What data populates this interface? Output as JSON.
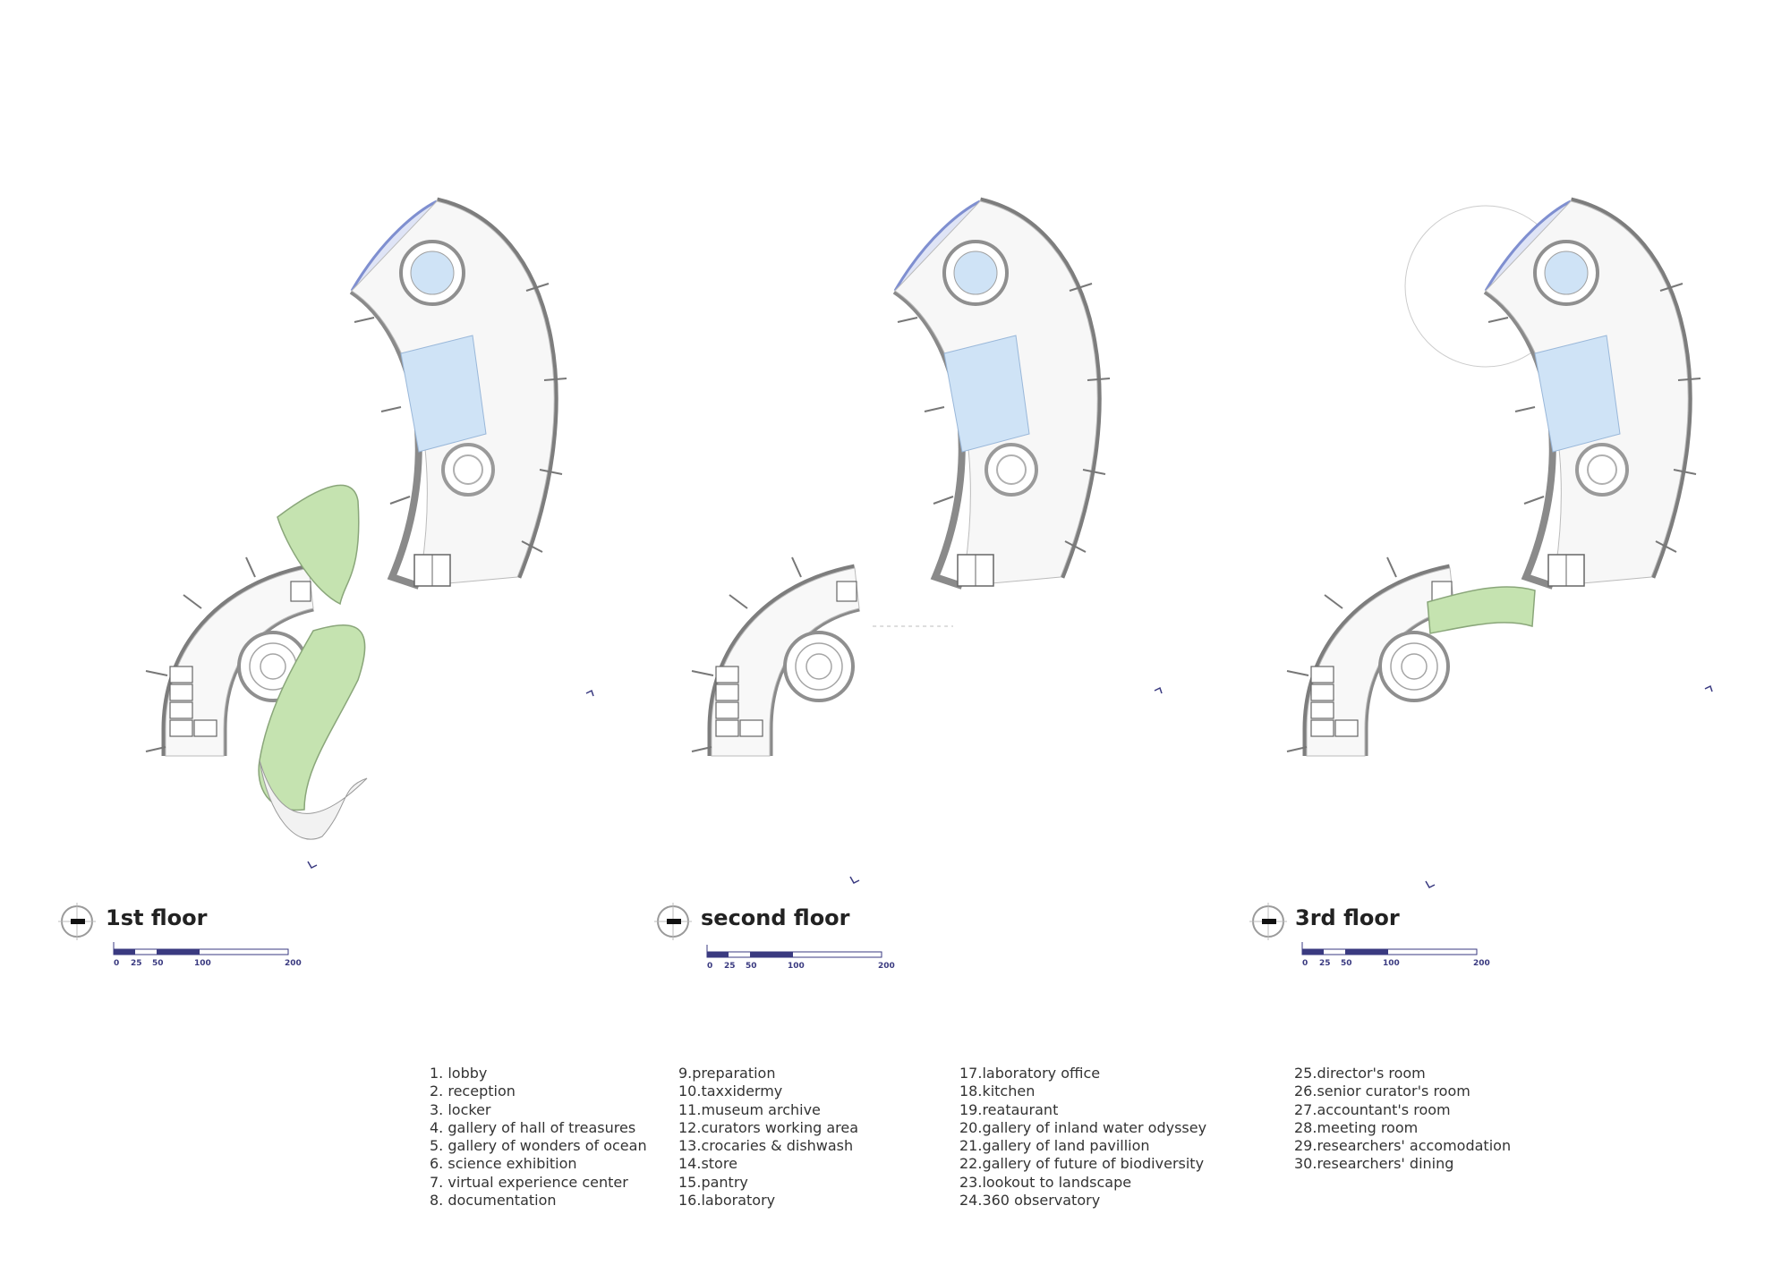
{
  "floors": [
    {
      "id": "first",
      "title": "1st floor"
    },
    {
      "id": "second",
      "title": "second floor"
    },
    {
      "id": "third",
      "title": "3rd floor"
    }
  ],
  "scale_bar": {
    "ticks": [
      "0",
      "25",
      "50",
      "100",
      "200"
    ]
  },
  "legend": {
    "col1": [
      "1. lobby",
      "2. reception",
      "3. locker",
      "4. gallery of hall of treasures",
      "5. gallery of wonders of ocean",
      "6. science exhibition",
      "7. virtual experience center",
      "8. documentation"
    ],
    "col2": [
      "9.preparation",
      "10.taxxidermy",
      "11.museum archive",
      "12.curators working area",
      "13.crocaries & dishwash",
      "14.store",
      "15.pantry",
      "16.laboratory"
    ],
    "col3": [
      "17.laboratory office",
      "18.kitchen",
      "19.reataurant",
      "20.gallery of inland water odyssey",
      "21.gallery of land pavillion",
      "22.gallery of future of biodiversity",
      "23.lookout to landscape",
      "24.360 observatory"
    ],
    "col4": [
      "25.director's room",
      "26.senior curator's room",
      "27.accountant's room",
      "28.meeting room",
      "29.researchers' accomodation",
      "30.researchers' dining"
    ]
  },
  "colors": {
    "wall": "#8a8a8a",
    "glass": "#7f8fd0",
    "water": "#cfe3f6",
    "garden": "#c5e3b0",
    "scale": "#3a3a80"
  }
}
